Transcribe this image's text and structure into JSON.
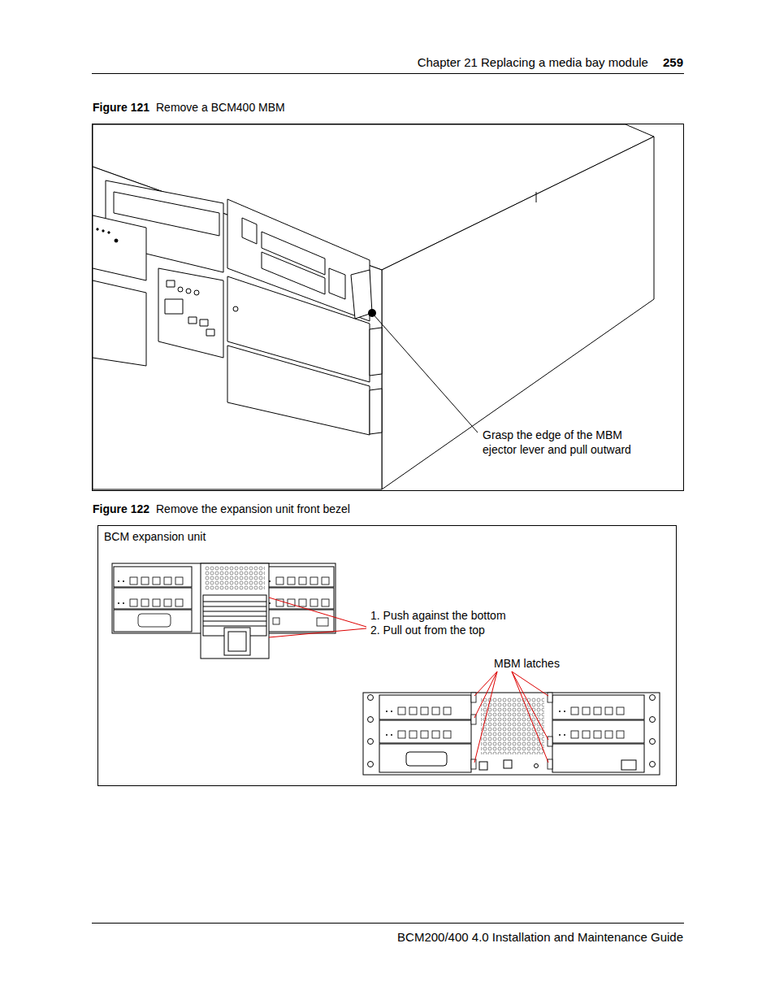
{
  "diagram": {
    "nodes": [
      {
        "text": [
          "Figure 121",
          "Remove a BCM400 MBM",
          "Grasp the edge of the MBM ejector lever and pull outward"
        ]
      },
      {
        "text": [
          "Figure 122",
          "Remove the expansion unit front bezel",
          "BCM expansion unit",
          "1. Push against the bottom 2. Pull out from the top",
          "MBM latches"
        ]
      }
    ],
    "labels": [
      "Chapter 21 Replacing a media bay module",
      "259",
      "BCM200/400 4.0 Installation and Maintenance Guide"
    ]
  }
}
